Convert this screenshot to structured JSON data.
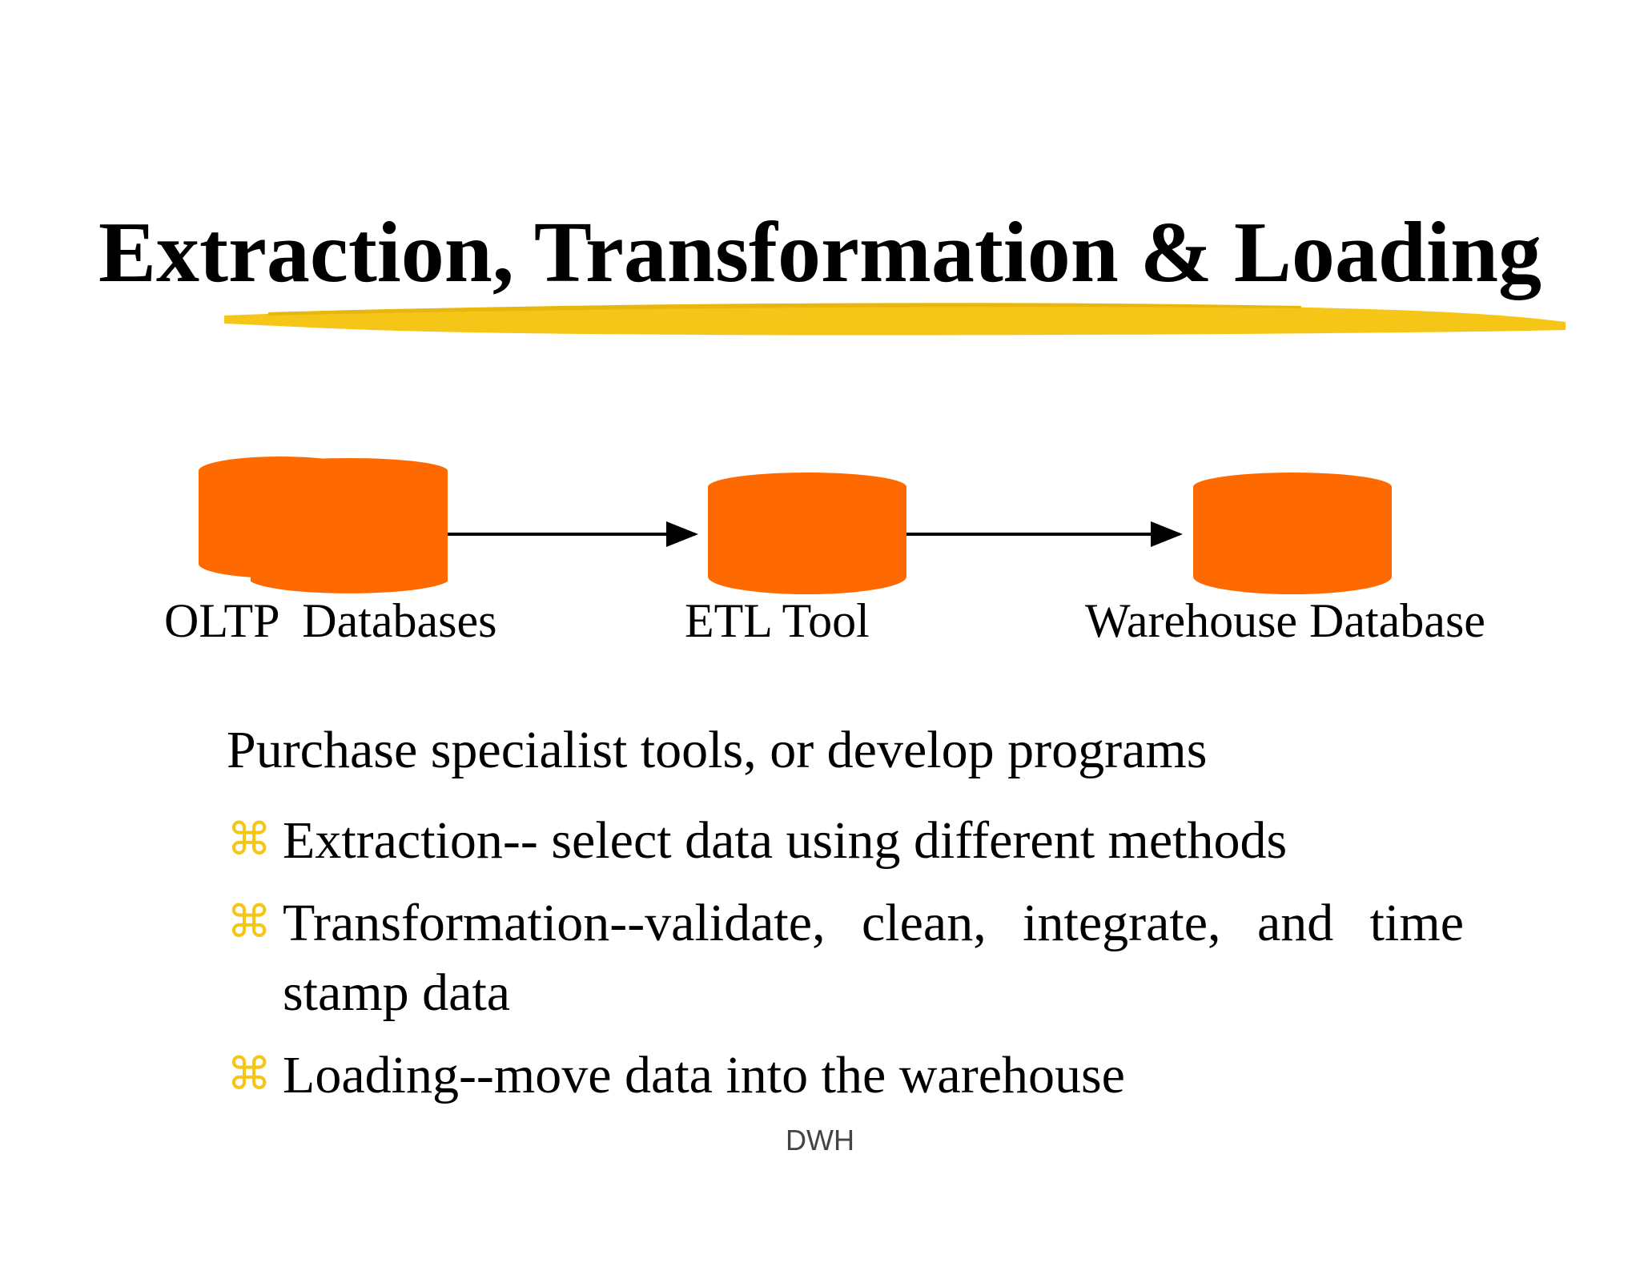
{
  "title": "Extraction, Transformation & Loading",
  "colors": {
    "highlight": "#F5C518",
    "database_fill": "#FF6A00",
    "bullet_icon": "#F5C518",
    "arrow": "#000000"
  },
  "diagram": {
    "nodes": [
      {
        "label": "OLTP  Databases",
        "icon": "stacked-database-icon"
      },
      {
        "label": "ETL Tool",
        "icon": "database-icon"
      },
      {
        "label": "Warehouse Database",
        "icon": "database-icon"
      }
    ]
  },
  "intro": "Purchase specialist tools, or develop programs",
  "bullets": [
    {
      "icon": "command-key-icon",
      "glyph": "⌘",
      "text": "Extraction-- select data using different methods"
    },
    {
      "icon": "command-key-icon",
      "glyph": "⌘",
      "text": "Transformation--validate, clean, integrate, and time stamp data"
    },
    {
      "icon": "command-key-icon",
      "glyph": "⌘",
      "text": "Loading--move data into the warehouse"
    }
  ],
  "footer": "DWH"
}
